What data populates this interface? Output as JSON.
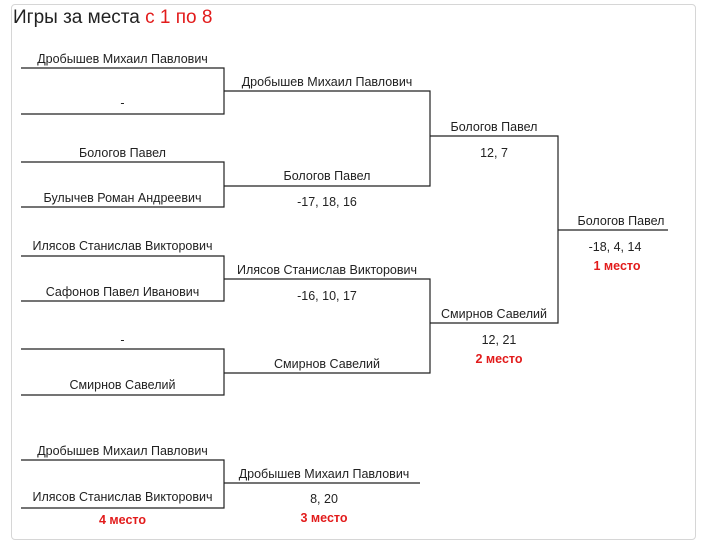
{
  "title": {
    "prefix": "Игры за места",
    "range": "с 1 по 8"
  },
  "round1": [
    {
      "top": "Дробышев Михаил Павлович",
      "bottom": "-"
    },
    {
      "top": "Бологов Павел",
      "bottom": "Булычев Роман Андреевич"
    },
    {
      "top": "Илясов Станислав Викторович",
      "bottom": "Сафонов Павел Иванович"
    },
    {
      "top": "-",
      "bottom": "Смирнов Савелий"
    }
  ],
  "quarterfinals": [
    {
      "winner": "Дробышев Михаил Павлович",
      "score": ""
    },
    {
      "winner": "Бологов Павел",
      "score": "-17, 18, 16"
    },
    {
      "winner": "Илясов Станислав Викторович",
      "score": "-16, 10, 17"
    },
    {
      "winner": "Смирнов Савелий",
      "score": ""
    }
  ],
  "semifinals": [
    {
      "winner": "Бологов Павел",
      "score": "12, 7"
    },
    {
      "winner": "Смирнов Савелий",
      "score": "12, 21",
      "place": "2 место"
    }
  ],
  "final": {
    "winner": "Бологов Павел",
    "score": "-18, 4, 14",
    "place": "1 место"
  },
  "third_place": {
    "top": "Дробышев Михаил Павлович",
    "bottom": "Илясов Станислав Викторович",
    "bottom_place": "4 место",
    "winner": "Дробышев Михаил Павлович",
    "score": "8, 20",
    "place": "3 место"
  }
}
